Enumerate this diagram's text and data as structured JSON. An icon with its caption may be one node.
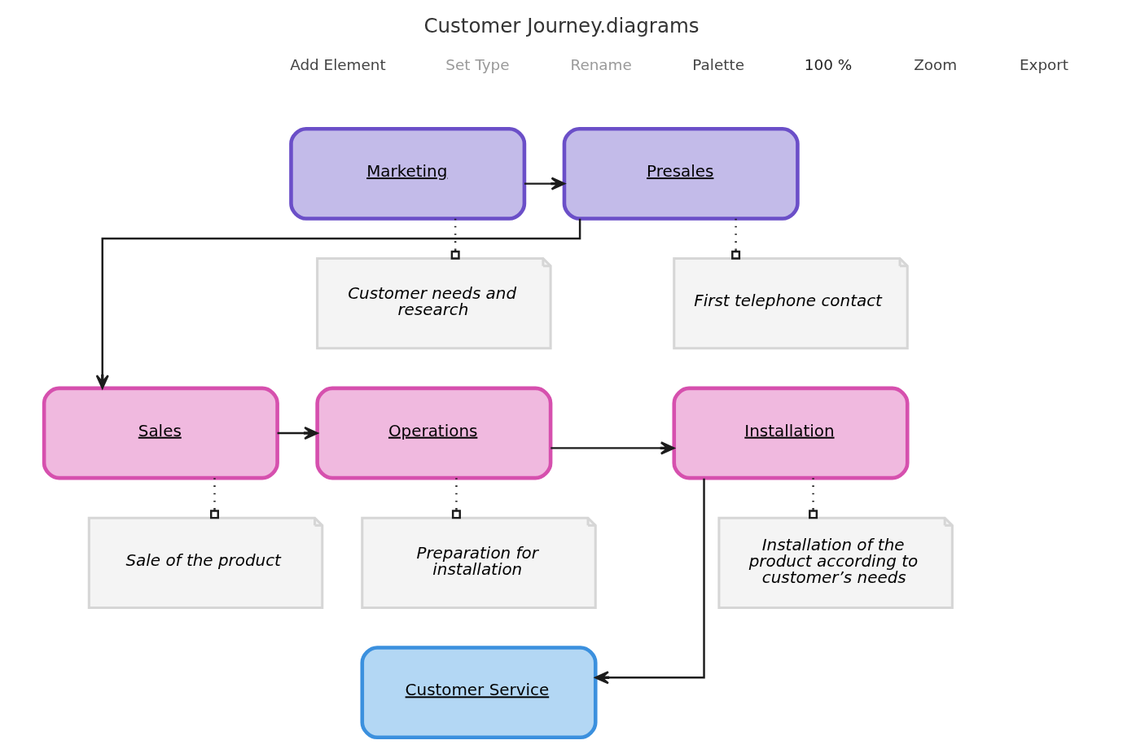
{
  "diagram": {
    "title": "Customer Journey.diagrams",
    "nodes": [
      {
        "text": [
          "Marketing"
        ]
      },
      {
        "text": [
          "Presales"
        ]
      },
      {
        "text": [
          "Customer needs and research"
        ]
      },
      {
        "text": [
          "First telephone contact"
        ]
      },
      {
        "text": [
          "Sales"
        ]
      },
      {
        "text": [
          "Operations"
        ]
      },
      {
        "text": [
          "Installation"
        ]
      },
      {
        "text": [
          "Sale of the product"
        ]
      },
      {
        "text": [
          "Preparation for installation"
        ]
      },
      {
        "text": [
          "Installation of the product according to customer’s needs"
        ]
      },
      {
        "text": [
          "Customer Service"
        ]
      }
    ],
    "edges": [
      {
        "from": 0,
        "to": 1,
        "arrow": "to"
      },
      {
        "from": 1,
        "to": 4,
        "arrow": "to"
      },
      {
        "from": 4,
        "to": 5,
        "arrow": "to"
      },
      {
        "from": 5,
        "to": 6,
        "arrow": "to"
      },
      {
        "from": 6,
        "to": 10,
        "arrow": "to"
      },
      {
        "from": 0,
        "to": 2,
        "arrow": "other",
        "style": "dashed"
      },
      {
        "from": 1,
        "to": 3,
        "arrow": "other",
        "style": "dashed"
      },
      {
        "from": 4,
        "to": 7,
        "arrow": "other",
        "style": "dashed"
      },
      {
        "from": 5,
        "to": 8,
        "arrow": "other",
        "style": "dashed"
      },
      {
        "from": 6,
        "to": 9,
        "arrow": "other",
        "style": "dashed"
      }
    ],
    "labels": [
      "Add Element",
      "Set Type",
      "Rename",
      "Palette",
      "100 %",
      "Zoom",
      "Export"
    ]
  }
}
